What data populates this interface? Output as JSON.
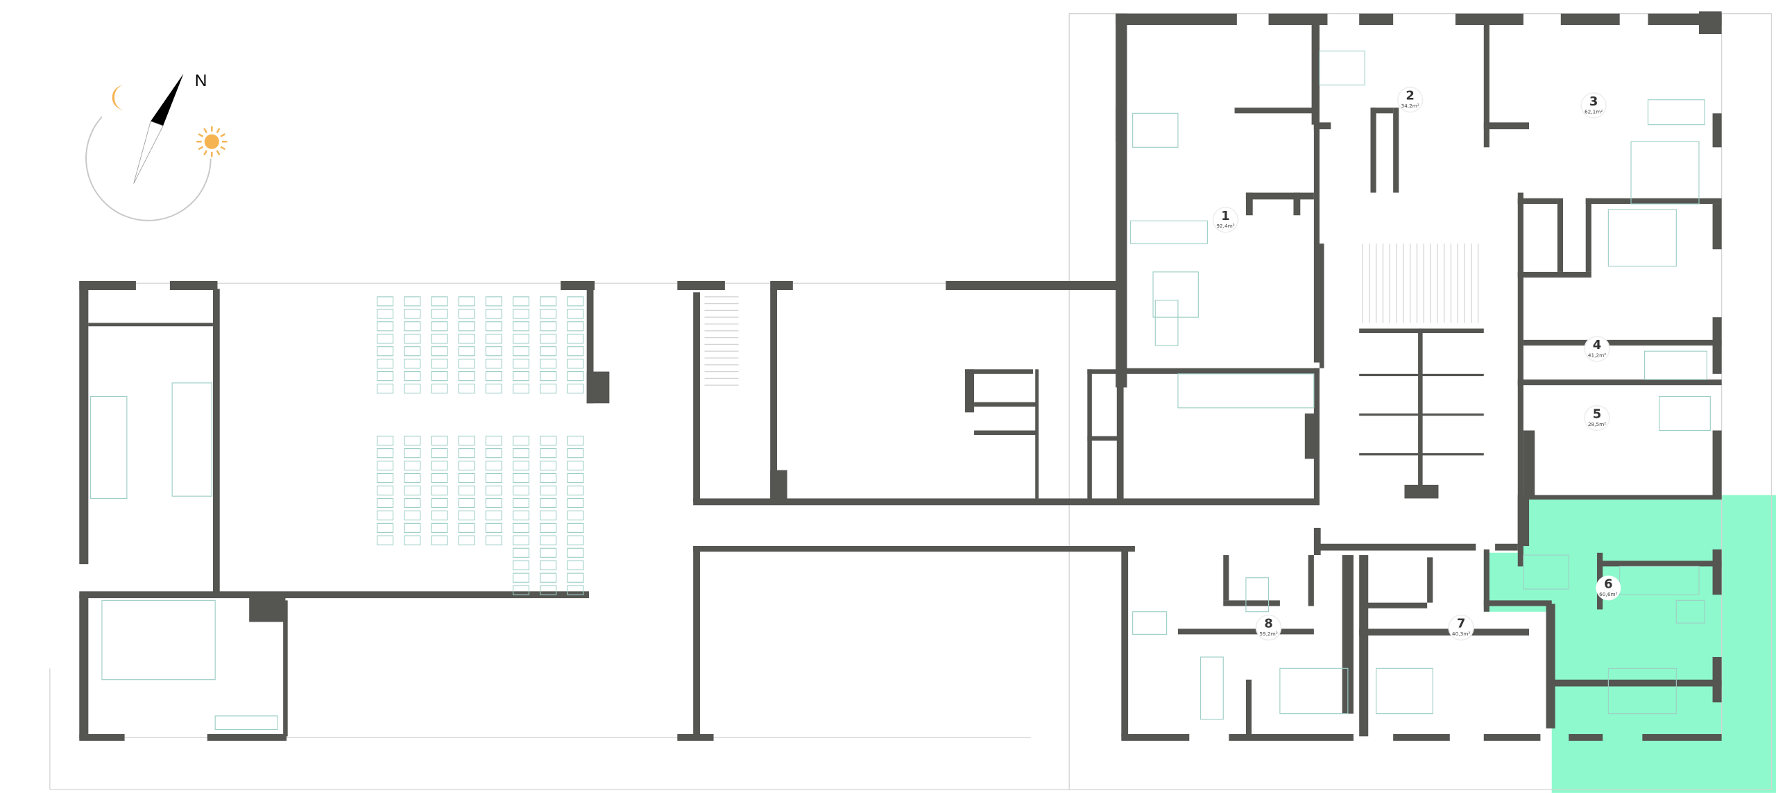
{
  "compass": {
    "north_label": "N",
    "icons": [
      "moon-icon",
      "sun-icon",
      "north-arrow-icon"
    ]
  },
  "colors": {
    "wall": "#555552",
    "highlight": "#8ef9cc",
    "furniture": "#9ecfc6",
    "sun": "#f5b352"
  },
  "apartments": [
    {
      "number": "1",
      "area": "92,4m²"
    },
    {
      "number": "2",
      "area": "34,2m²"
    },
    {
      "number": "3",
      "area": "62,1m²"
    },
    {
      "number": "4",
      "area": "41,2m²"
    },
    {
      "number": "5",
      "area": "28,5m²"
    },
    {
      "number": "6",
      "area": "60,6m²",
      "highlighted": true
    },
    {
      "number": "7",
      "area": "40,3m²"
    },
    {
      "number": "8",
      "area": "59,2m²"
    }
  ]
}
